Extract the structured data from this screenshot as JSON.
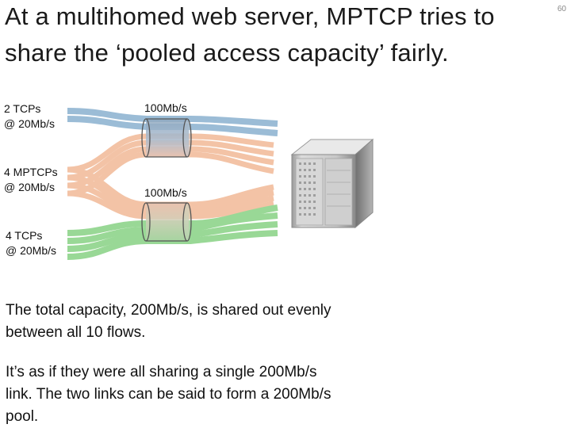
{
  "slide": {
    "title": "At a multihomed web server, MPTCP tries to share the ‘pooled access capacity’ fairly.",
    "page_number": "60"
  },
  "diagram": {
    "groups": [
      {
        "label_line1": "2 TCPs",
        "label_line2": "@ 20Mb/s",
        "color": "#9bbcd6"
      },
      {
        "label_line1": "4 MPTCPs",
        "label_line2": "@ 20Mb/s",
        "color": "#f3c3a6"
      },
      {
        "label_line1": "4 TCPs",
        "label_line2": "@ 20Mb/s",
        "color": "#99d896"
      }
    ],
    "links": [
      {
        "label": "100Mb/s"
      },
      {
        "label": "100Mb/s"
      }
    ],
    "server_icon": "server-tower-icon"
  },
  "text": {
    "paragraph1": "The total capacity, 200Mb/s, is shared out evenly between all 10 flows.",
    "paragraph2": "It’s as if they were all sharing a single 200Mb/s link. The two links can be said to form a 200Mb/s pool."
  }
}
